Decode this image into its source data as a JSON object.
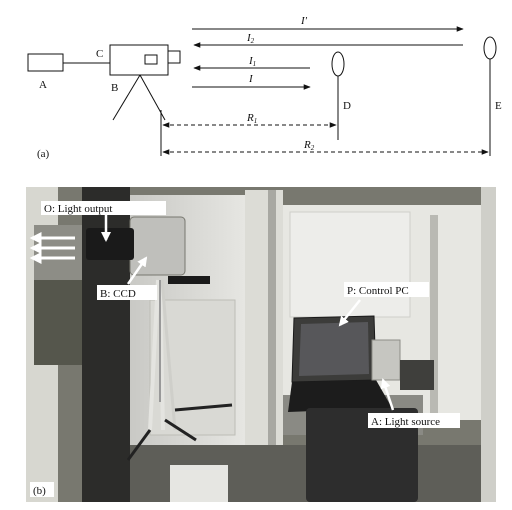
{
  "panel_a": {
    "panel_label": "(a)",
    "labels": {
      "A": "A",
      "B": "B",
      "C": "C",
      "D": "D",
      "E": "E"
    },
    "beams": {
      "I_prime": "I′",
      "I2": "I",
      "I2_sub": "2",
      "I1": "I",
      "I1_sub": "1",
      "I": "I"
    },
    "distances": {
      "R1": "R",
      "R1_sub": "1",
      "R2": "R",
      "R2_sub": "2"
    }
  },
  "panel_b": {
    "panel_label": "(b)",
    "annotations": {
      "light_output": "O: Light output",
      "ccd": "B: CCD",
      "control_pc": "P: Control PC",
      "light_source": "A: Light source"
    }
  },
  "colors": {
    "line": "#111111",
    "photo_bg": "#7a7a76"
  }
}
